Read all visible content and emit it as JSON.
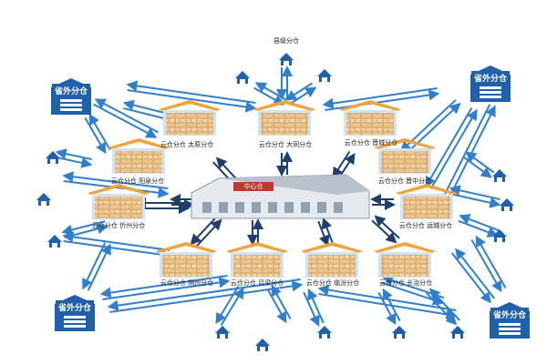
{
  "colors": {
    "arrow": "#2f7fd0",
    "arrow_dark": "#1d3f6e",
    "roof": "#f2a33a",
    "warehouse_bg": "#cfe4f6",
    "province_fill": "#1e5fae",
    "county_fill": "#1e5fae",
    "hub_wall": "#e6eaee",
    "hub_roof": "#b8c3cd"
  },
  "hub": {
    "name": "中心仓",
    "icon": "central-warehouse-building"
  },
  "province_warehouses": [
    {
      "id": "nw",
      "label": "省外分仓"
    },
    {
      "id": "ne",
      "label": "省外分仓"
    },
    {
      "id": "sw",
      "label": "省外分仓"
    },
    {
      "id": "se",
      "label": "省外分仓"
    }
  ],
  "cloud_warehouses": [
    {
      "id": "taiyuan",
      "label": "云仓分仓  太原分仓"
    },
    {
      "id": "yangquan",
      "label": "云仓分仓  阳泉分仓"
    },
    {
      "id": "datong",
      "label": "云仓分仓  大同分仓"
    },
    {
      "id": "jincheng",
      "label": "云仓分仓  晋城分仓"
    },
    {
      "id": "jinzhong",
      "label": "云仓分仓  晋中分仓"
    },
    {
      "id": "shuozhou",
      "label": "云仓分仓  朔州分仓"
    },
    {
      "id": "xinzhou",
      "label": "云仓分仓  忻州分仓"
    },
    {
      "id": "yuncheng",
      "label": "云仓分仓  运城分仓"
    },
    {
      "id": "lvliang",
      "label": "云仓分仓  吕梁分仓"
    },
    {
      "id": "linfen",
      "label": "云仓分仓  临汾分仓"
    },
    {
      "id": "changzhi",
      "label": "云仓分仓  长治分仓"
    }
  ],
  "county_warehouse": {
    "label": "县级分仓"
  }
}
